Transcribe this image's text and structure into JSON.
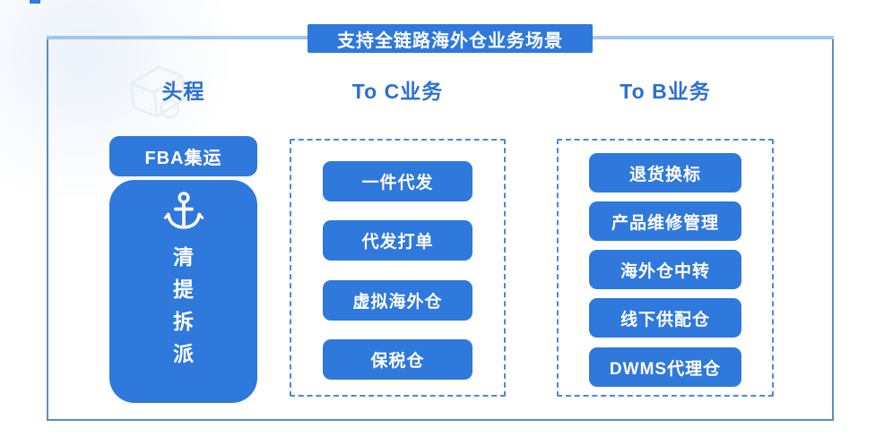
{
  "banner": {
    "title": "支持全链路海外仓业务场景"
  },
  "columns": {
    "first_leg": {
      "header": "头程",
      "fba_label": "FBA集运",
      "steps": [
        "清",
        "提",
        "拆",
        "派"
      ],
      "icons": {
        "main": "anchor-icon",
        "watermark": "package-watermark-icon"
      }
    },
    "to_c": {
      "header": "To C业务",
      "items": [
        "一件代发",
        "代发打单",
        "虚拟海外仓",
        "保税仓"
      ]
    },
    "to_b": {
      "header": "To B业务",
      "items": [
        "退货换标",
        "产品维修管理",
        "海外仓中转",
        "线下供配仓",
        "DWMS代理仓"
      ]
    }
  },
  "colors": {
    "primary_blue": "#2F78DC",
    "header_text": "#2C6FD4",
    "dashed_border": "#4D87D9",
    "frame_border": "#5D8CBB",
    "frame_top": "#A3C6EA",
    "button_text": "#FFFFFF"
  }
}
